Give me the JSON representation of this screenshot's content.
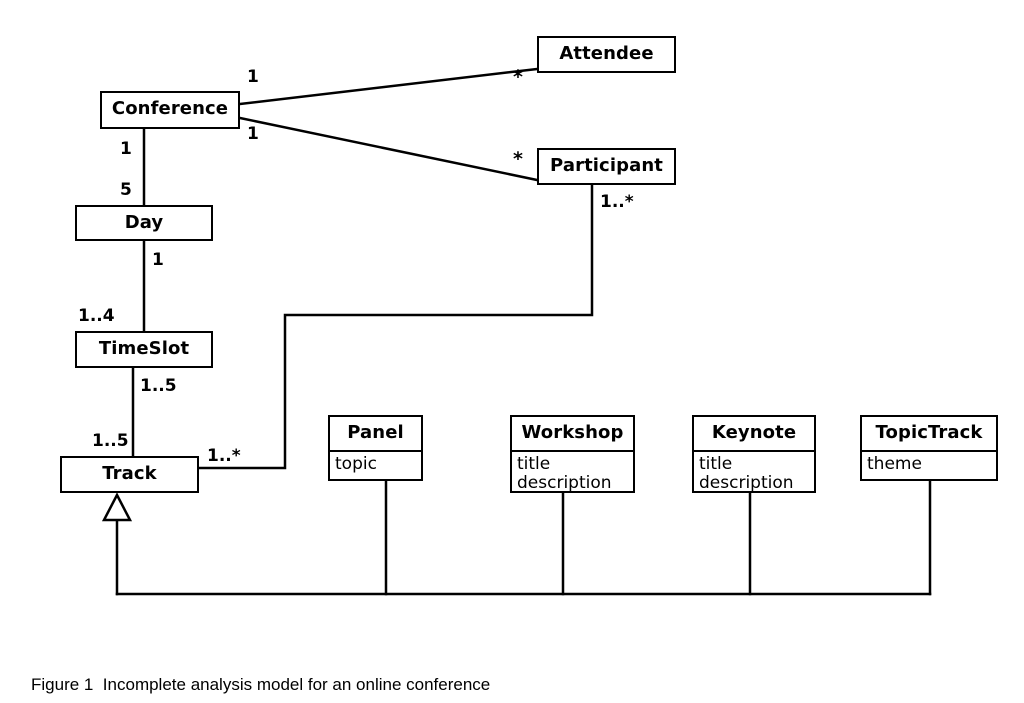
{
  "figure": {
    "caption": "Figure 1  Incomplete analysis model for an online conference"
  },
  "classes": {
    "conference": {
      "name": "Conference",
      "attributes": []
    },
    "attendee": {
      "name": "Attendee",
      "attributes": []
    },
    "participant": {
      "name": "Participant",
      "attributes": []
    },
    "day": {
      "name": "Day",
      "attributes": []
    },
    "timeslot": {
      "name": "TimeSlot",
      "attributes": []
    },
    "track": {
      "name": "Track",
      "attributes": []
    },
    "panel": {
      "name": "Panel",
      "attributes": [
        "topic"
      ]
    },
    "workshop": {
      "name": "Workshop",
      "attributes": [
        "title",
        "description"
      ]
    },
    "keynote": {
      "name": "Keynote",
      "attributes": [
        "title",
        "description"
      ]
    },
    "topictrack": {
      "name": "TopicTrack",
      "attributes": [
        "theme"
      ]
    }
  },
  "multiplicities": {
    "conference_attendee_src": "1",
    "conference_attendee_dst": "*",
    "conference_participant_src": "1",
    "conference_participant_dst": "*",
    "conference_day_src": "1",
    "conference_day_dst": "5",
    "day_timeslot_src": "1",
    "day_timeslot_dst": "1..4",
    "timeslot_track_src": "1..5",
    "timeslot_track_dst": "1..5",
    "participant_track_src": "1..*",
    "participant_track_dst": "1..*"
  },
  "colors": {
    "stroke": "#000000",
    "fill": "#ffffff",
    "text": "#000000"
  }
}
